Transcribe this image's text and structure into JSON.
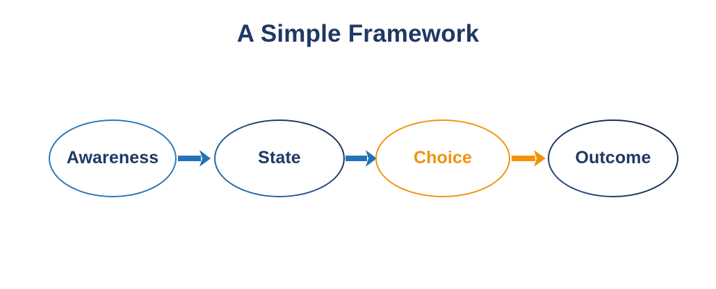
{
  "page": {
    "title": "A Simple Framework",
    "background_color": "#ffffff"
  },
  "colors": {
    "navy": "#1f3864",
    "blue": "#2e75b6",
    "orange": "#f5920b",
    "orange_text": "#f2930d",
    "dark_navy": "#12233d"
  },
  "diagram": {
    "type": "flow",
    "orientation": "left-to-right",
    "nodes": [
      {
        "id": "awareness",
        "label": "Awareness",
        "shape": "ellipse",
        "border_color": "#2e75b6",
        "text_color": "#1f3864",
        "fill": "#ffffff"
      },
      {
        "id": "state",
        "label": "State",
        "shape": "ellipse",
        "border_color": "#1f3864",
        "text_color": "#1f3864",
        "fill": "#ffffff"
      },
      {
        "id": "choice",
        "label": "Choice",
        "shape": "ellipse",
        "border_color": "#f5920b",
        "text_color": "#f2930d",
        "fill": "#ffffff"
      },
      {
        "id": "outcome",
        "label": "Outcome",
        "shape": "ellipse",
        "border_color": "#12233d",
        "text_color": "#1f3864",
        "fill": "#ffffff"
      }
    ],
    "arrows": [
      {
        "id": "awareness-to-state",
        "from": "awareness",
        "to": "state",
        "color": "#2273b8",
        "style": "solid-filled-head"
      },
      {
        "id": "state-to-choice",
        "from": "state",
        "to": "choice",
        "color": "#2273b8",
        "style": "solid-filled-head"
      },
      {
        "id": "choice-to-outcome",
        "from": "choice",
        "to": "outcome",
        "color": "#f5920b",
        "style": "solid-filled-head"
      }
    ]
  }
}
